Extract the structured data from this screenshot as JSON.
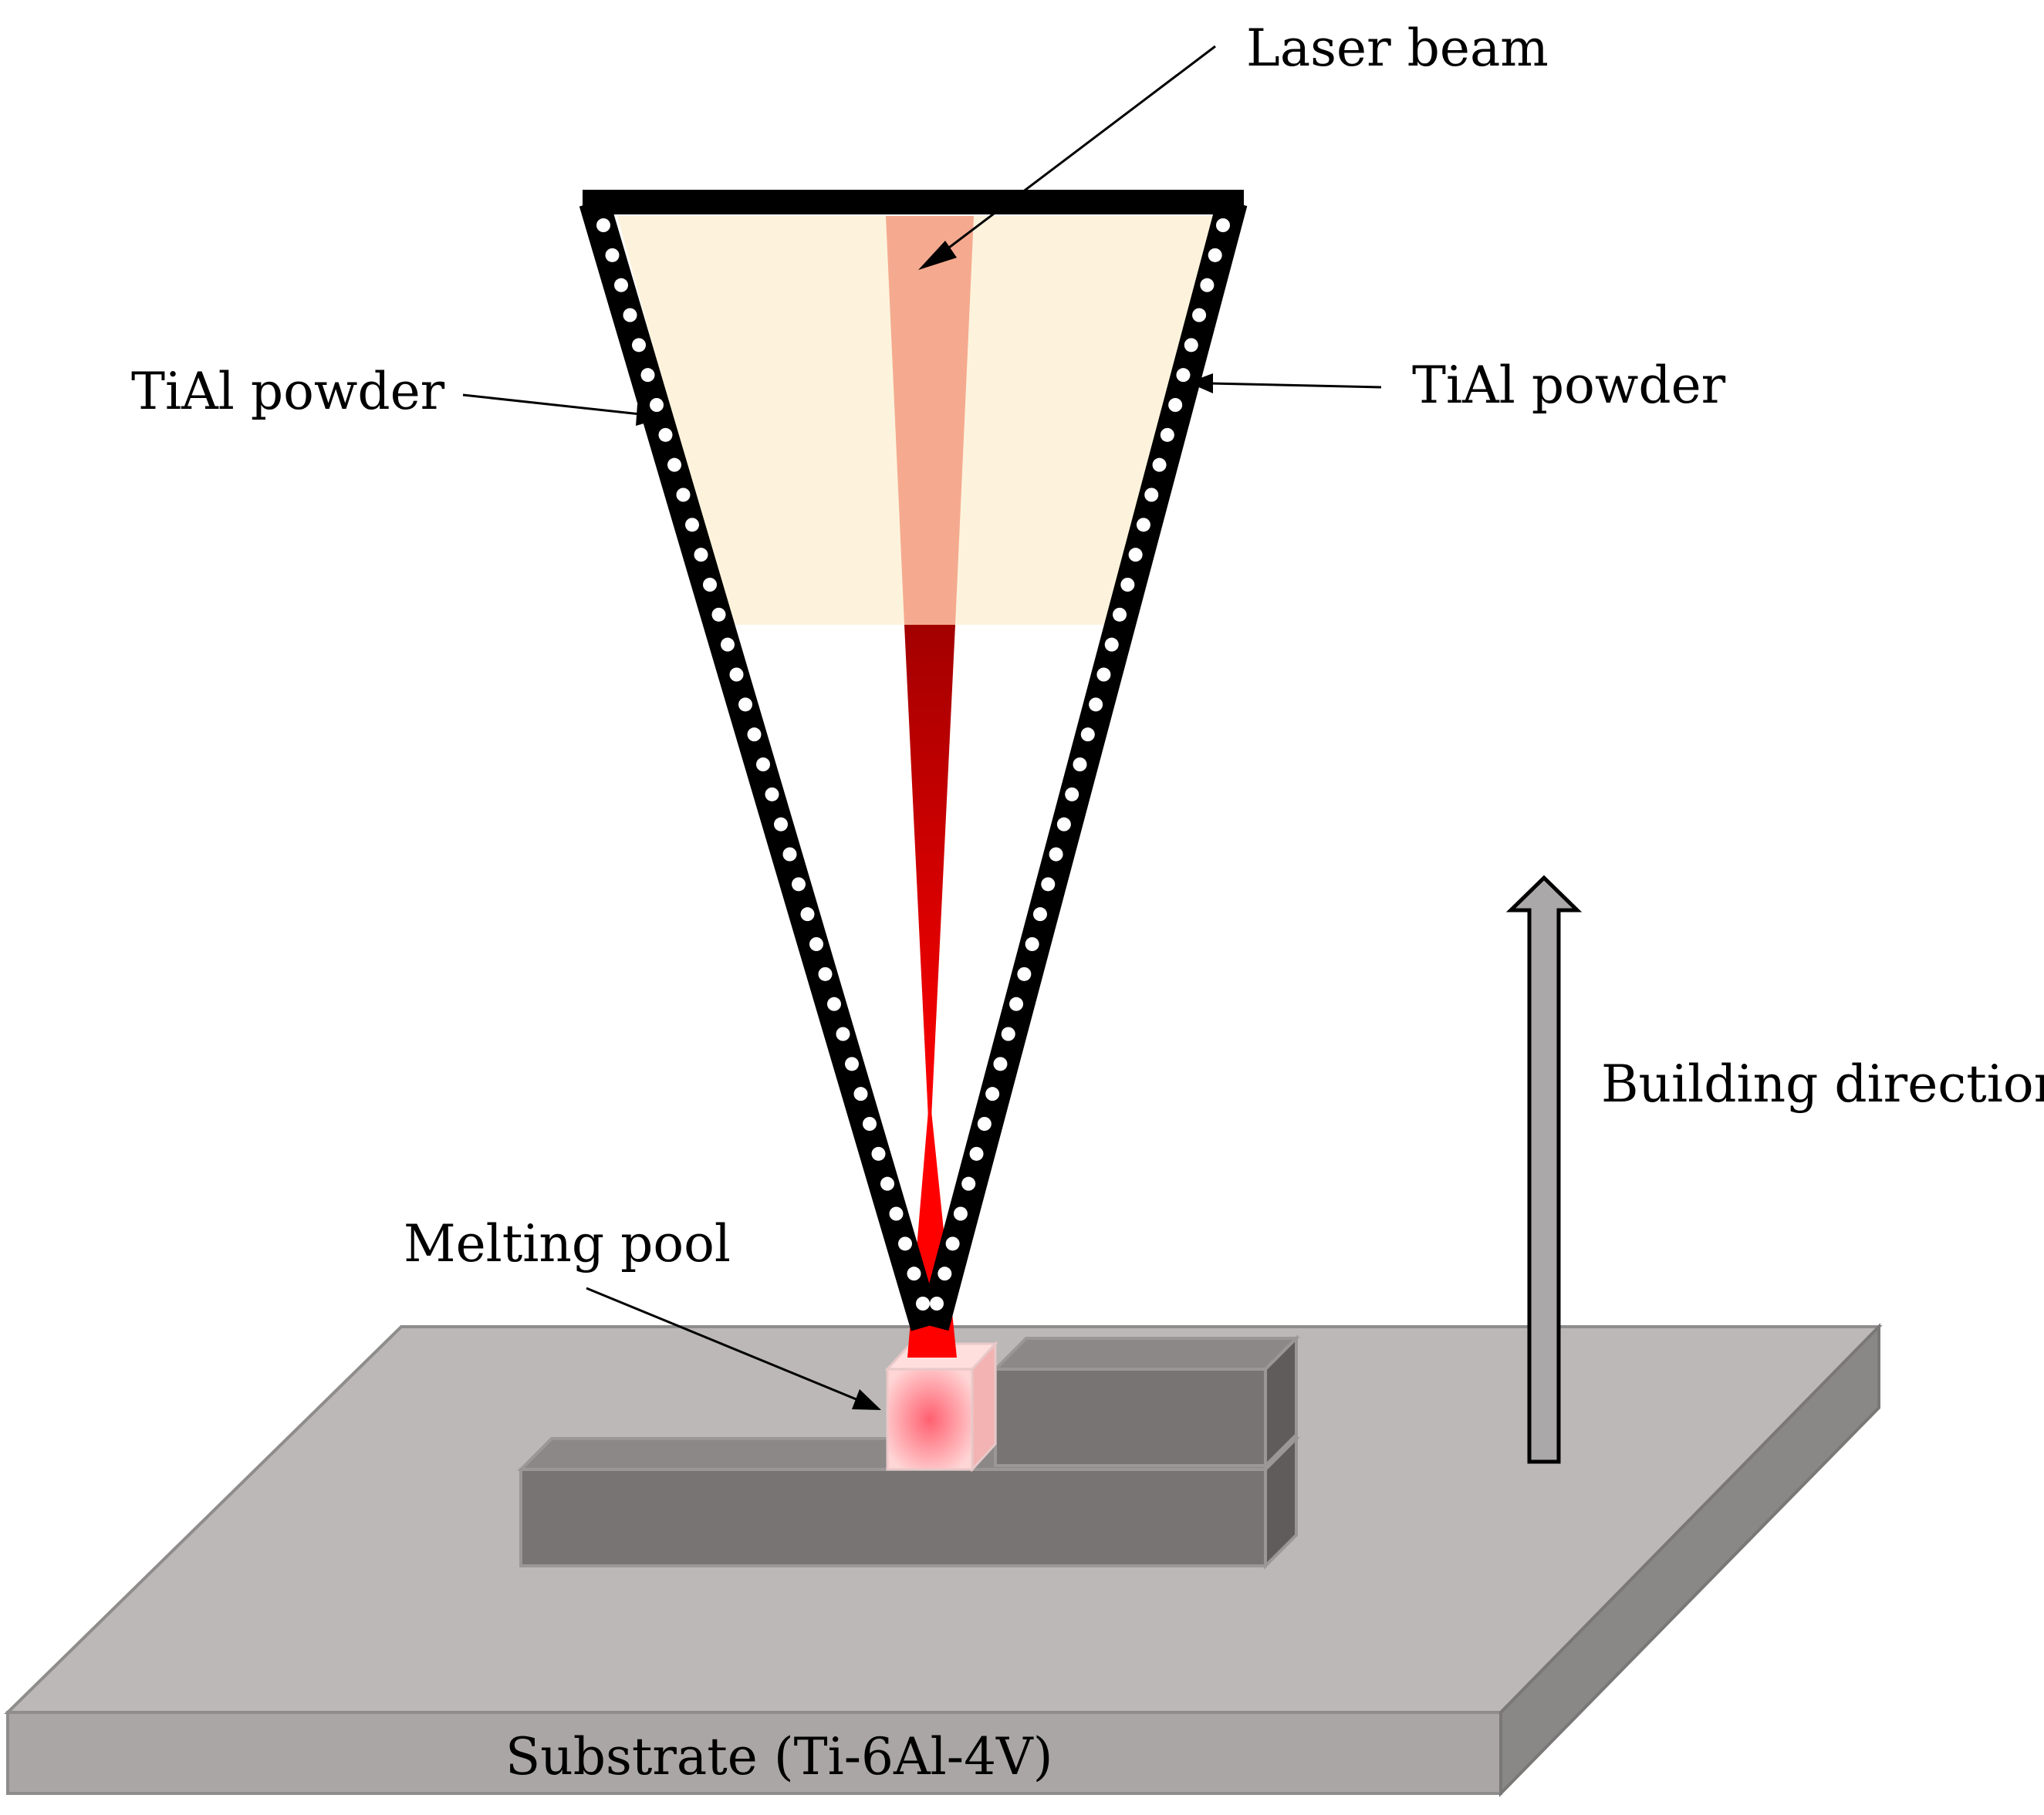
{
  "labels": {
    "laser_beam": "Laser beam",
    "powder_left": "TiAl powder",
    "powder_right": "TiAl powder",
    "building_direction": "Building direction",
    "melting_pool": "Melting pool",
    "substrate": "Substrate (Ti-6Al-4V)"
  },
  "colors": {
    "nozzle_outline": "#000000",
    "powder_dots": "#ffffff",
    "nozzle_fill": "#fdf3dc",
    "laser_upper": "#f4a58a",
    "laser_lower_top": "#a30000",
    "laser_lower_bottom": "#ff0000",
    "melt_pool": "#ffd0d0",
    "melt_pool_core": "#ff6070",
    "substrate_top": "#bbb8b7",
    "substrate_front": "#a9a6a5",
    "substrate_side": "#8a8787",
    "deposit_front": "#777473",
    "deposit_top": "#8b8887",
    "deposit_side": "#5f5c5b",
    "arrow_fill": "#aaa8a8"
  },
  "icons": {
    "building_direction": "up-arrow-icon"
  }
}
